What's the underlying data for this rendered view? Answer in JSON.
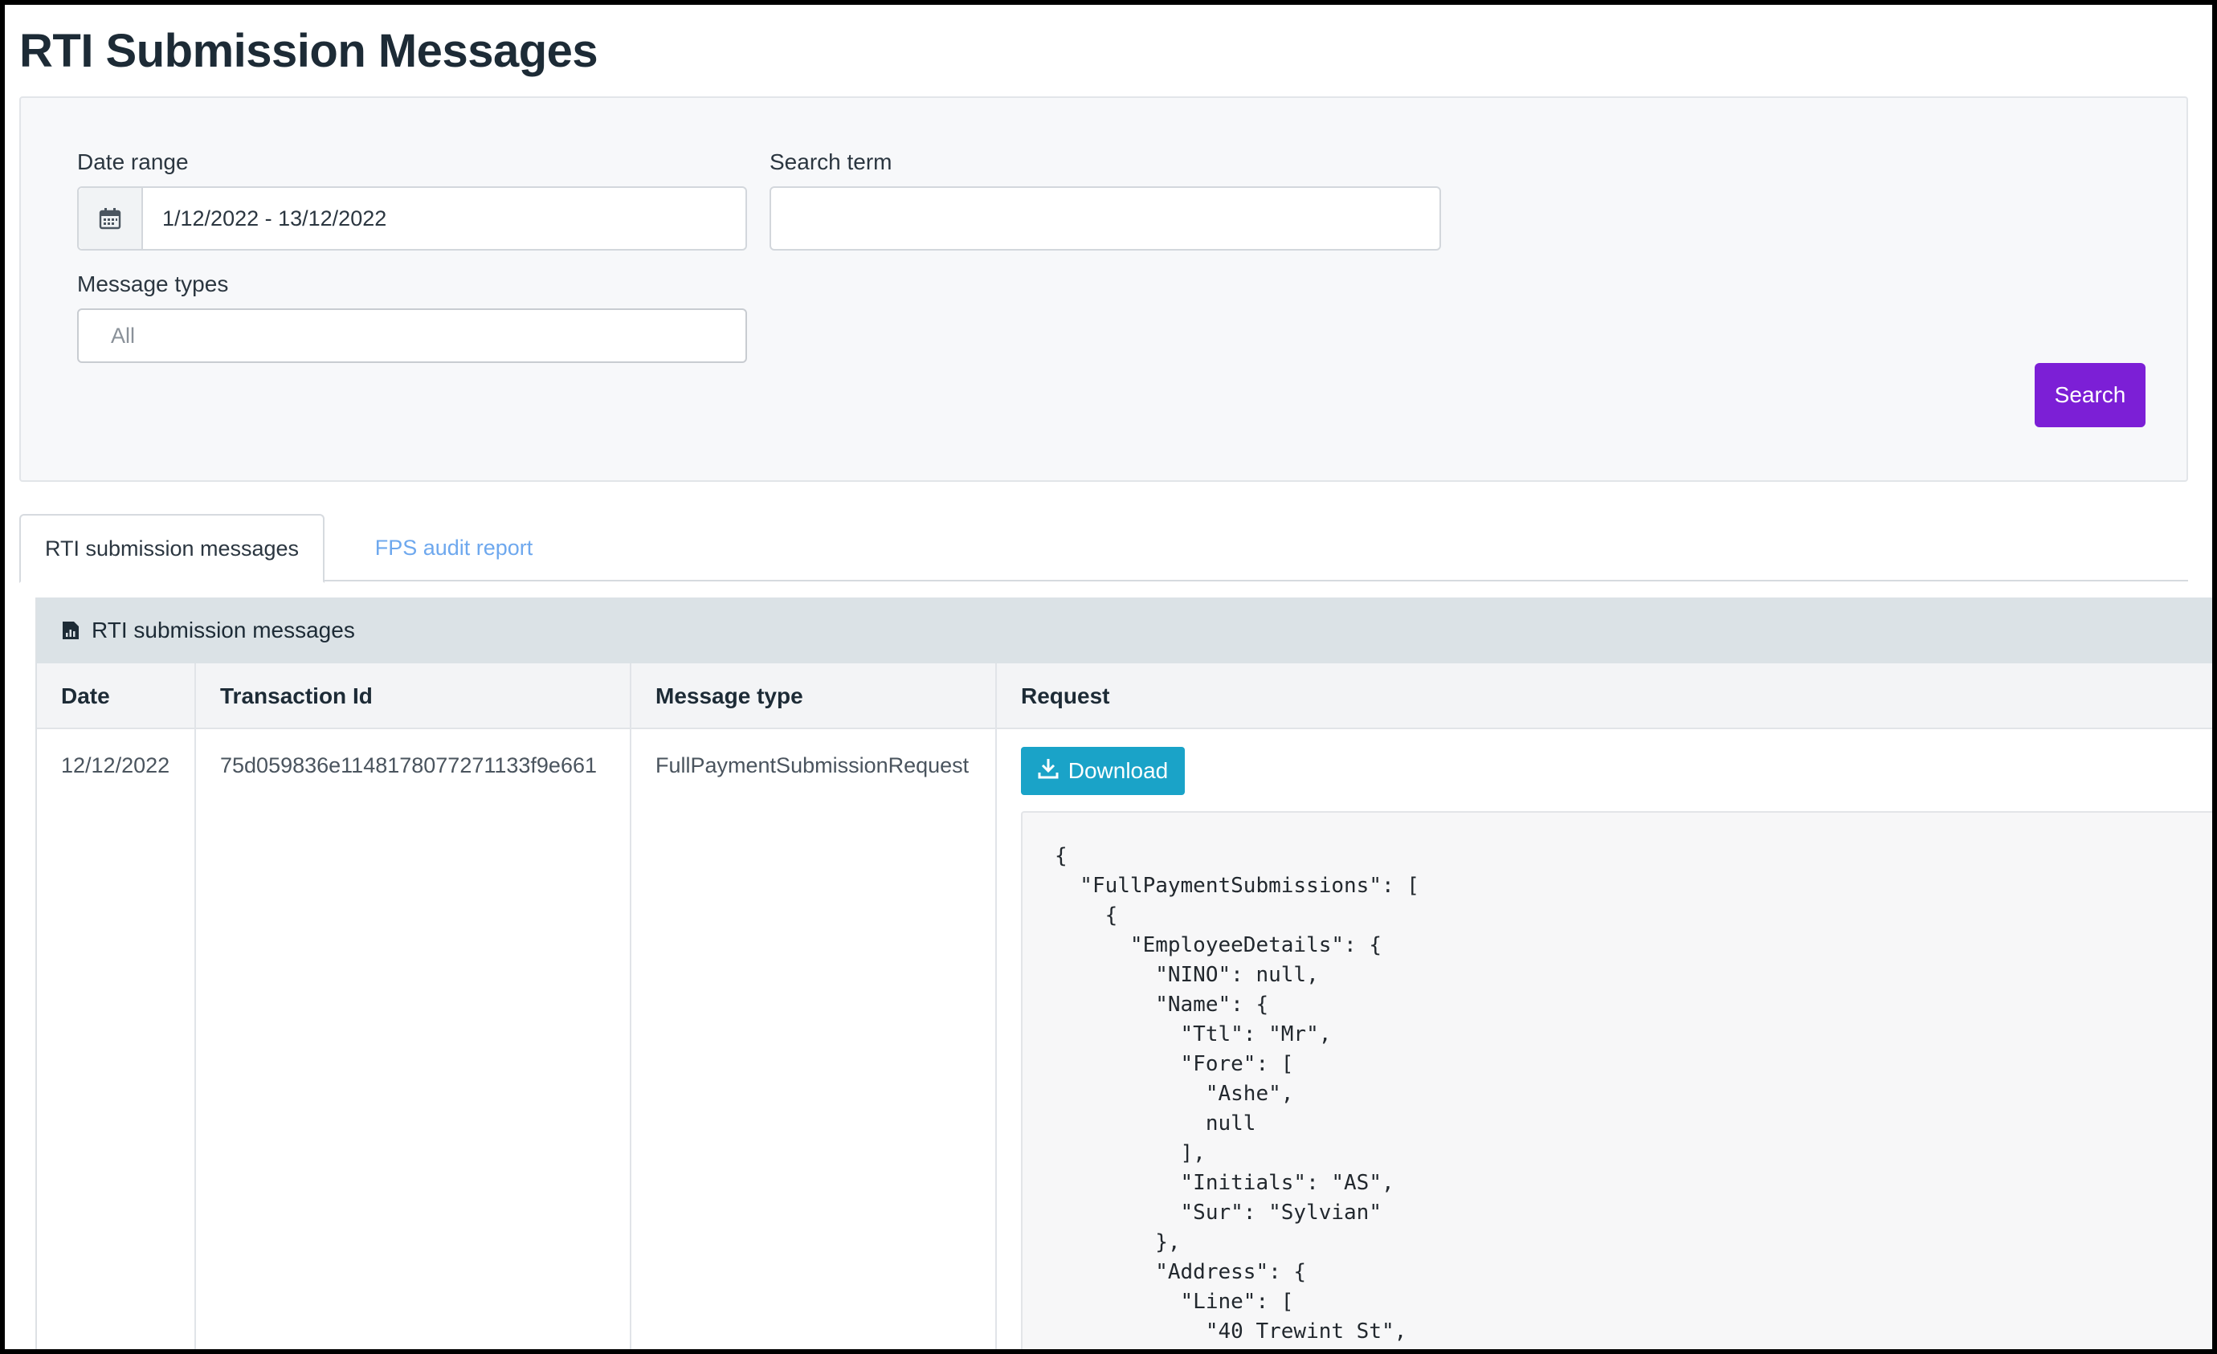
{
  "page": {
    "title": "RTI Submission Messages"
  },
  "filters": {
    "date_range_label": "Date range",
    "date_range_value": "1/12/2022 - 13/12/2022",
    "search_term_label": "Search term",
    "search_term_value": "",
    "message_types_label": "Message types",
    "message_types_value": "All",
    "search_button": "Search",
    "calendar_icon": "calendar-icon"
  },
  "tabs": [
    {
      "label": "RTI submission messages",
      "active": true
    },
    {
      "label": "FPS audit report",
      "active": false
    }
  ],
  "card": {
    "title": "RTI submission messages",
    "icon": "report-icon",
    "columns": [
      "Date",
      "Transaction Id",
      "Message type",
      "Request"
    ],
    "rows": [
      {
        "date": "12/12/2022",
        "transaction_id": "75d059836e1148178077271133f9e661",
        "message_type": "FullPaymentSubmissionRequest",
        "download_label": "Download",
        "download_icon": "download-icon",
        "request_json": "{\n  \"FullPaymentSubmissions\": [\n    {\n      \"EmployeeDetails\": {\n        \"NINO\": null,\n        \"Name\": {\n          \"Ttl\": \"Mr\",\n          \"Fore\": [\n            \"Ashe\",\n            null\n          ],\n          \"Initials\": \"AS\",\n          \"Sur\": \"Sylvian\"\n        },\n        \"Address\": {\n          \"Line\": [\n            \"40 Trewint St\","
      }
    ]
  },
  "colors": {
    "primary_button": "#7c1fd6",
    "download_button": "#1aa3c8",
    "inactive_tab": "#6ea8ee",
    "card_header": "#dbe2e6"
  }
}
